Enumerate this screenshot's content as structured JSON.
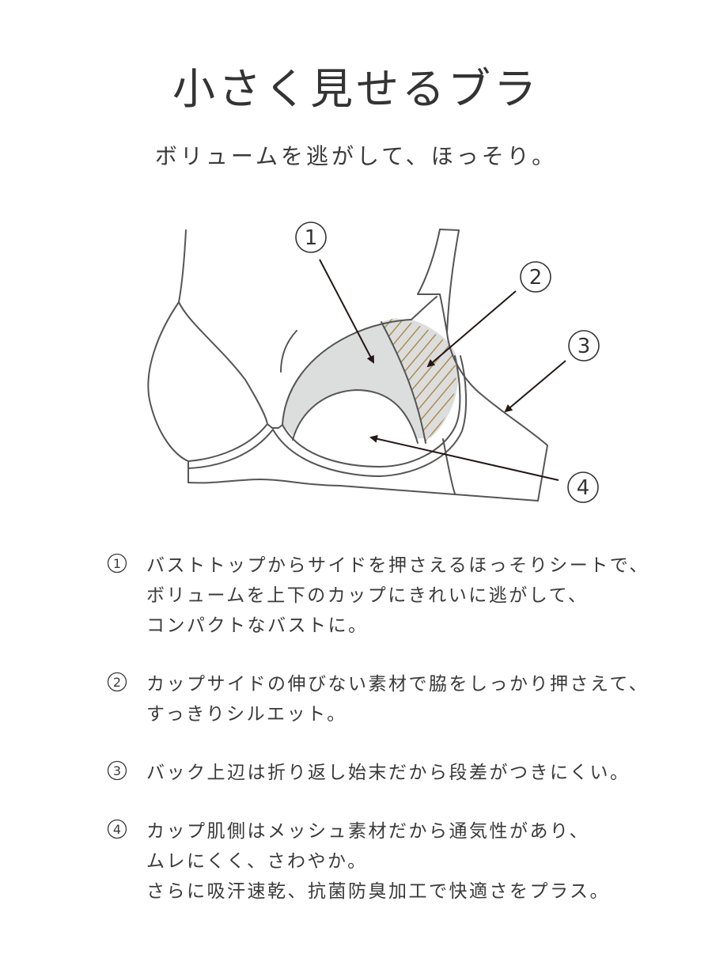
{
  "title": "小さく見せるブラ",
  "subtitle": "ボリュームを逃がして、ほっそり。",
  "illustration": {
    "callouts": [
      {
        "label": "①",
        "number": "1",
        "target": "cup-side-sheet"
      },
      {
        "label": "②",
        "number": "2",
        "target": "cup-side-non-stretch-fabric"
      },
      {
        "label": "③",
        "number": "3",
        "target": "back-band-top-edge"
      },
      {
        "label": "④",
        "number": "4",
        "target": "cup-inner-mesh"
      }
    ],
    "colors": {
      "outline": "#555555",
      "sheet_fill": "#dcdedd",
      "hatch": "#b08a50",
      "arrow": "#231815"
    }
  },
  "features": [
    {
      "number": "1",
      "lines": [
        "バストトップからサイドを押さえるほっそりシートで、",
        "ボリュームを上下のカップにきれいに逃がして、",
        "コンパクトなバストに。"
      ]
    },
    {
      "number": "2",
      "lines": [
        "カップサイドの伸びない素材で脇をしっかり押さえて、",
        "すっきりシルエット。"
      ]
    },
    {
      "number": "3",
      "lines": [
        "バック上辺は折り返し始末だから段差がつきにくい。"
      ]
    },
    {
      "number": "4",
      "lines": [
        "カップ肌側はメッシュ素材だから通気性があり、",
        "ムレにくく、さわやか。",
        "さらに吸汗速乾、抗菌防臭加工で快適さをプラス。"
      ]
    }
  ]
}
